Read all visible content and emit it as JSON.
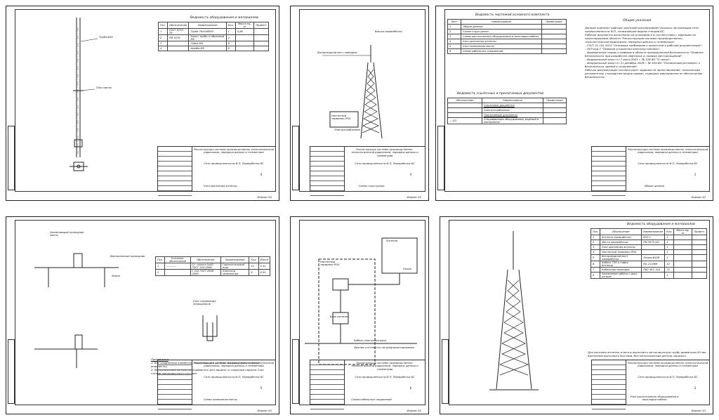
{
  "common": {
    "org_title": "Реконструкция системы производственно-технологической радиосвязи, передачи данных и телеметрии",
    "station": "Сети промышленности Ф-П, Переработка БС",
    "format": "Формат А3",
    "stage": "Р"
  },
  "sheets": [
    {
      "id": "s1",
      "stamp_name": "Узел крепления антенны",
      "sheet_no": "4",
      "spec_title": "Ведомость оборудования и материалов",
      "spec_headers": [
        "Поз.",
        "Обозначение",
        "Наименование",
        "Кол.",
        "Масса ед., кг",
        "Примеч."
      ],
      "spec_rows": [
        [
          "1",
          "ГОСТ 8732-78",
          "Труба 76х5x6000",
          "1",
          "4,86",
          ""
        ],
        [
          "2",
          "РМ 3578",
          "Хомут трубы U-образный М8",
          "2",
          "",
          ""
        ],
        [
          "3",
          "",
          "Гайка М8",
          "8",
          "",
          ""
        ],
        [
          "4",
          "",
          "Шайба М8",
          "8",
          "",
          ""
        ]
      ],
      "labels": [
        "Труба Ф50",
        "Пояс мачты"
      ]
    },
    {
      "id": "s2",
      "stamp_name": "Схема структурная",
      "sheet_no": "4",
      "labels": [
        "Вышка переработки",
        "Беспроводной мост передачи",
        "Настенный терминал IP54",
        "Электроснабжение"
      ]
    },
    {
      "id": "s3",
      "stamp_name": "Общие данные",
      "sheet_no": "1",
      "list_title": "Ведомость чертежей основного комплекта",
      "list_headers": [
        "Лист",
        "Наименование",
        "Примечание"
      ],
      "list_rows": [
        [
          "1",
          "Общие данные",
          ""
        ],
        [
          "2",
          "Схема структурная",
          ""
        ],
        [
          "3",
          "Схема расположения оборудования и прокладки кабеля",
          ""
        ],
        [
          "4",
          "Узел крепления антенны",
          ""
        ],
        [
          "5",
          "Узел заземления мачты",
          ""
        ],
        [
          "6",
          "Схема кабельных соединений",
          ""
        ]
      ],
      "docs_title": "Ведомость ссылочных и прилагаемых документов",
      "docs_headers": [
        "Обозначение",
        "Наименование",
        "Примечание"
      ],
      "docs_rows": [
        [
          "",
          "Ссылочные документы",
          ""
        ],
        [
          "",
          "Электроснабжение",
          ""
        ],
        [
          "",
          "Прилагаемые документы",
          ""
        ],
        [
          "—.СО",
          "Спецификация оборудования, изделий и материалов",
          ""
        ]
      ],
      "general_title": "Общие указания",
      "general_text": [
        "Данный комплект рабочих чертежей рассматривает вопросы организации сети промышленности Ф-П, понижающей вышки станции БС.",
        "Рабочие документы выполнены на основании и в соответствии с заданием на проектирование объекта \"Реконструкция системы производственно-технологической радиосвязи, передачи данных и телеметрии\",",
        "– ГОСТ 21.101-2013 \"Основные требования к проектной и рабочей документации\";",
        "– ПУЭ изд.7 \"Правила устройства электроустановок\";",
        "– Федеральные нормы и правила в области промышленной безопасности \"Правила безопасности при разработке нефтяных и газовых месторождений\";",
        "– Федеральный закон от 7 июля 2003 г. № 126-ФЗ \"О связи\";",
        "– Федеральный закон от 21 декабря 2009 г. № 384-ФЗ \"Технический регламент о безопасности зданий и сооружений\".",
        "Рабочая документация соответствует заданию на проектирование, техническим регламентам, стандартам сводов правил, содержит мероприятия по обеспечению безопасности."
      ]
    },
    {
      "id": "s4",
      "stamp_name": "Схема заземления мачты",
      "sheet_no": "5",
      "spec_headers": [
        "Поз.",
        "Условное обозначение",
        "Обозначение",
        "Наименование",
        "Кол.",
        "Масса"
      ],
      "spec_rows": [
        [
          "1",
          "————",
          "Ст. полоса 5х40 ГОСТ 103-2006",
          "Горизонтальный пояс",
          "12",
          "5,51"
        ],
        [
          "2",
          "",
          "L 5х5 ГОСТ 8509-2006",
          "Электрод заземления",
          "6",
          "8,50"
        ]
      ],
      "labels": [
        "Заземляющий проводник мачты",
        "Вертикальный проводник",
        "Земля",
        "Узел соединения проводников"
      ],
      "notes_title": "Примечания",
      "notes": [
        "1. Все соединения элементов заземляющего устройства выполнить сваркой внахлестку.",
        "2. Металлические детали не подвергать для защиты от коррозии окраске 2-мя слоями лакокрасочного состава."
      ]
    },
    {
      "id": "s5",
      "stamp_name": "Схема кабельных соединений",
      "sheet_no": "6",
      "labels": [
        "Кабель электропитания",
        "Данные уточняются на предпроектировании",
        "Настенный терминал IP54",
        "Антенна",
        "Блок питания",
        "Опора"
      ]
    },
    {
      "id": "s6",
      "stamp_name": "Узел расположения оборудования и прокладки кабеля",
      "sheet_no": "3",
      "spec_title": "Ведомость оборудования и материалов",
      "spec_headers": [
        "Поз.",
        "Обозначение",
        "Наименование",
        "Кол.",
        "Масса ед., кг",
        "Примеч."
      ],
      "spec_rows": [
        [
          "1",
          "Антенна переработки",
          "ВЧ2-1",
          "1",
          "",
          ""
        ],
        [
          "2",
          "Мачта переработки",
          "РМ-3575-АО",
          "1",
          "",
          ""
        ],
        [
          "3",
          "Узел крепления антенны",
          "",
          "1",
          "",
          ""
        ],
        [
          "4",
          "Настенный терминал IP54",
          "",
          "1",
          "",
          ""
        ],
        [
          "5",
          "Беспроводной мост переработки",
          "Опора Ф426",
          "1",
          "",
          ""
        ],
        [
          "6",
          "Кабель ГПУ в гофре, Антенна",
          "RG-213/9М",
          "12",
          "",
          ""
        ],
        [
          "7",
          "Кабельная проводка",
          "ПВ2 4КС 3х4",
          "12",
          "",
          ""
        ],
        [
          "8",
          "Заземление кабеля с двух концов",
          "",
          "1",
          "",
          ""
        ]
      ],
      "note": "Для монтажа антенны и мачты выполнить металлическую трубу диаметром 50 мм. Крепление выполнить болтами. Все металлические детали окрасить."
    }
  ]
}
